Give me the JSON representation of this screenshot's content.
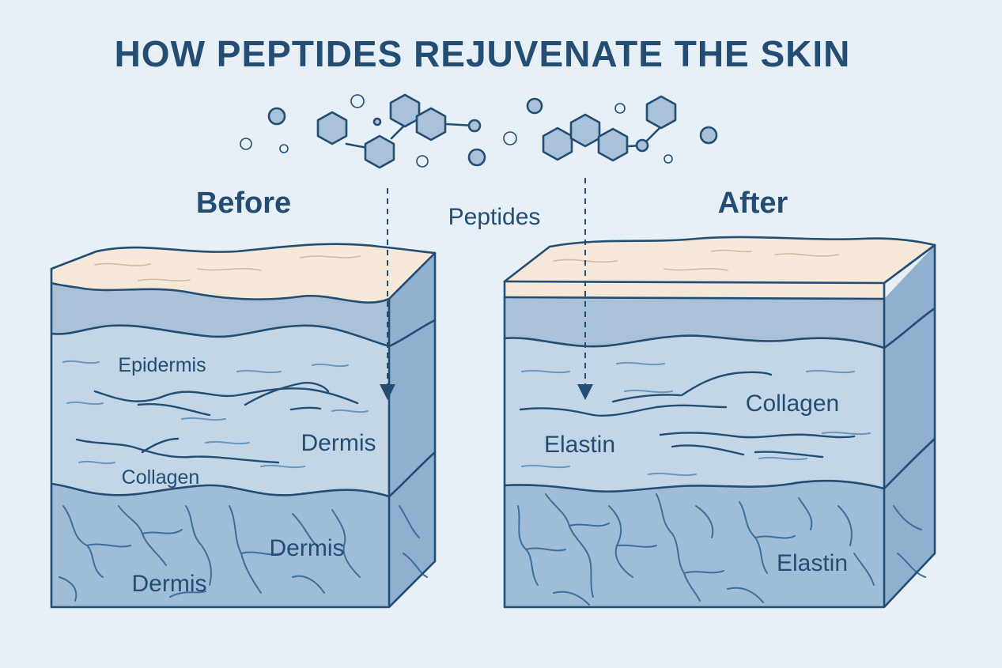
{
  "title": "HOW PEPTIDES REJUVENATE THE SKIN",
  "peptides_label": "Peptides",
  "before": {
    "heading": "Before",
    "labels": {
      "epidermis": "Epidermis",
      "dermis_upper": "Dermis",
      "collagen": "Collagen",
      "dermis_lower_right": "Dermis",
      "dermis_lower_left": "Dermis"
    }
  },
  "after": {
    "heading": "After",
    "labels": {
      "collagen": "Collagen",
      "elastin_upper": "Elastin",
      "elastin_lower": "Elastin"
    }
  },
  "colors": {
    "background": "#e7eff7",
    "ink": "#234d72",
    "skin_surface": "#f5e8d9",
    "epidermis_band": "#a9c2d9",
    "dermis": "#c3d6e8",
    "lower_layer": "#9fbdd8",
    "side_face": "#8fb0cf"
  }
}
